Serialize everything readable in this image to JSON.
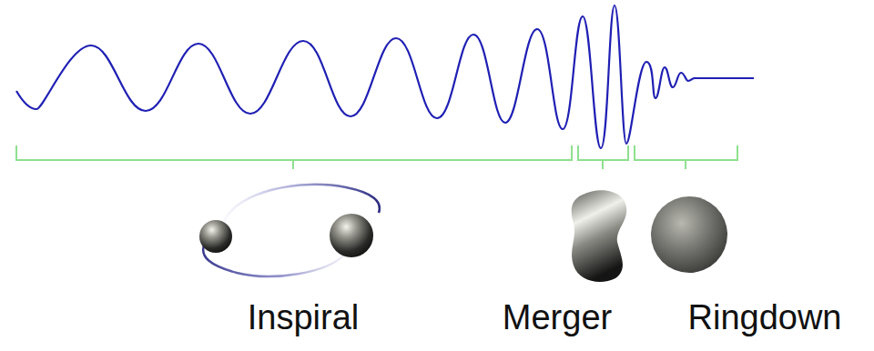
{
  "diagram": {
    "labels": [
      "Inspiral",
      "Merger",
      "Ringdown"
    ]
  }
}
